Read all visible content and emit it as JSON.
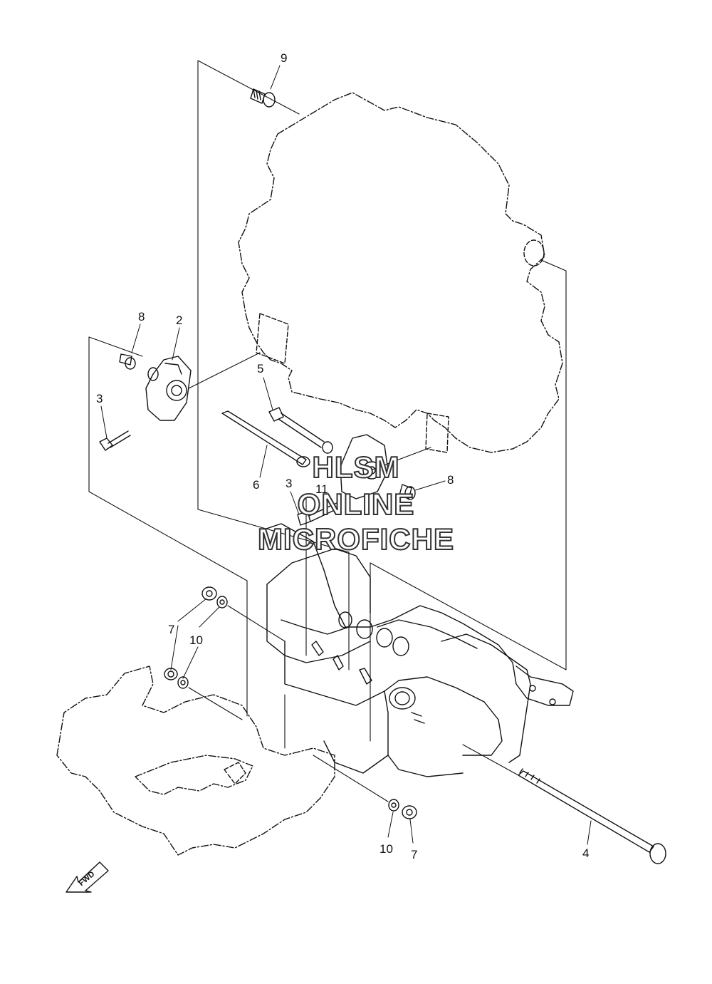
{
  "callouts": [
    {
      "id": "c9a",
      "text": "9"
    },
    {
      "id": "c8a",
      "text": "8"
    },
    {
      "id": "c2",
      "text": "2"
    },
    {
      "id": "c3a",
      "text": "3"
    },
    {
      "id": "c5",
      "text": "5"
    },
    {
      "id": "c6",
      "text": "6"
    },
    {
      "id": "c3b",
      "text": "3"
    },
    {
      "id": "c11",
      "text": "11"
    },
    {
      "id": "c8b",
      "text": "8"
    },
    {
      "id": "c7a",
      "text": "7"
    },
    {
      "id": "c10a",
      "text": "10"
    },
    {
      "id": "c10b",
      "text": "10"
    },
    {
      "id": "c7b",
      "text": "7"
    },
    {
      "id": "c4",
      "text": "4"
    }
  ],
  "watermark": {
    "line1": "HLSM",
    "line2": "ONLINE",
    "line3": "MICROFICHE"
  },
  "fwd_arrow": {
    "text": "FWD"
  }
}
